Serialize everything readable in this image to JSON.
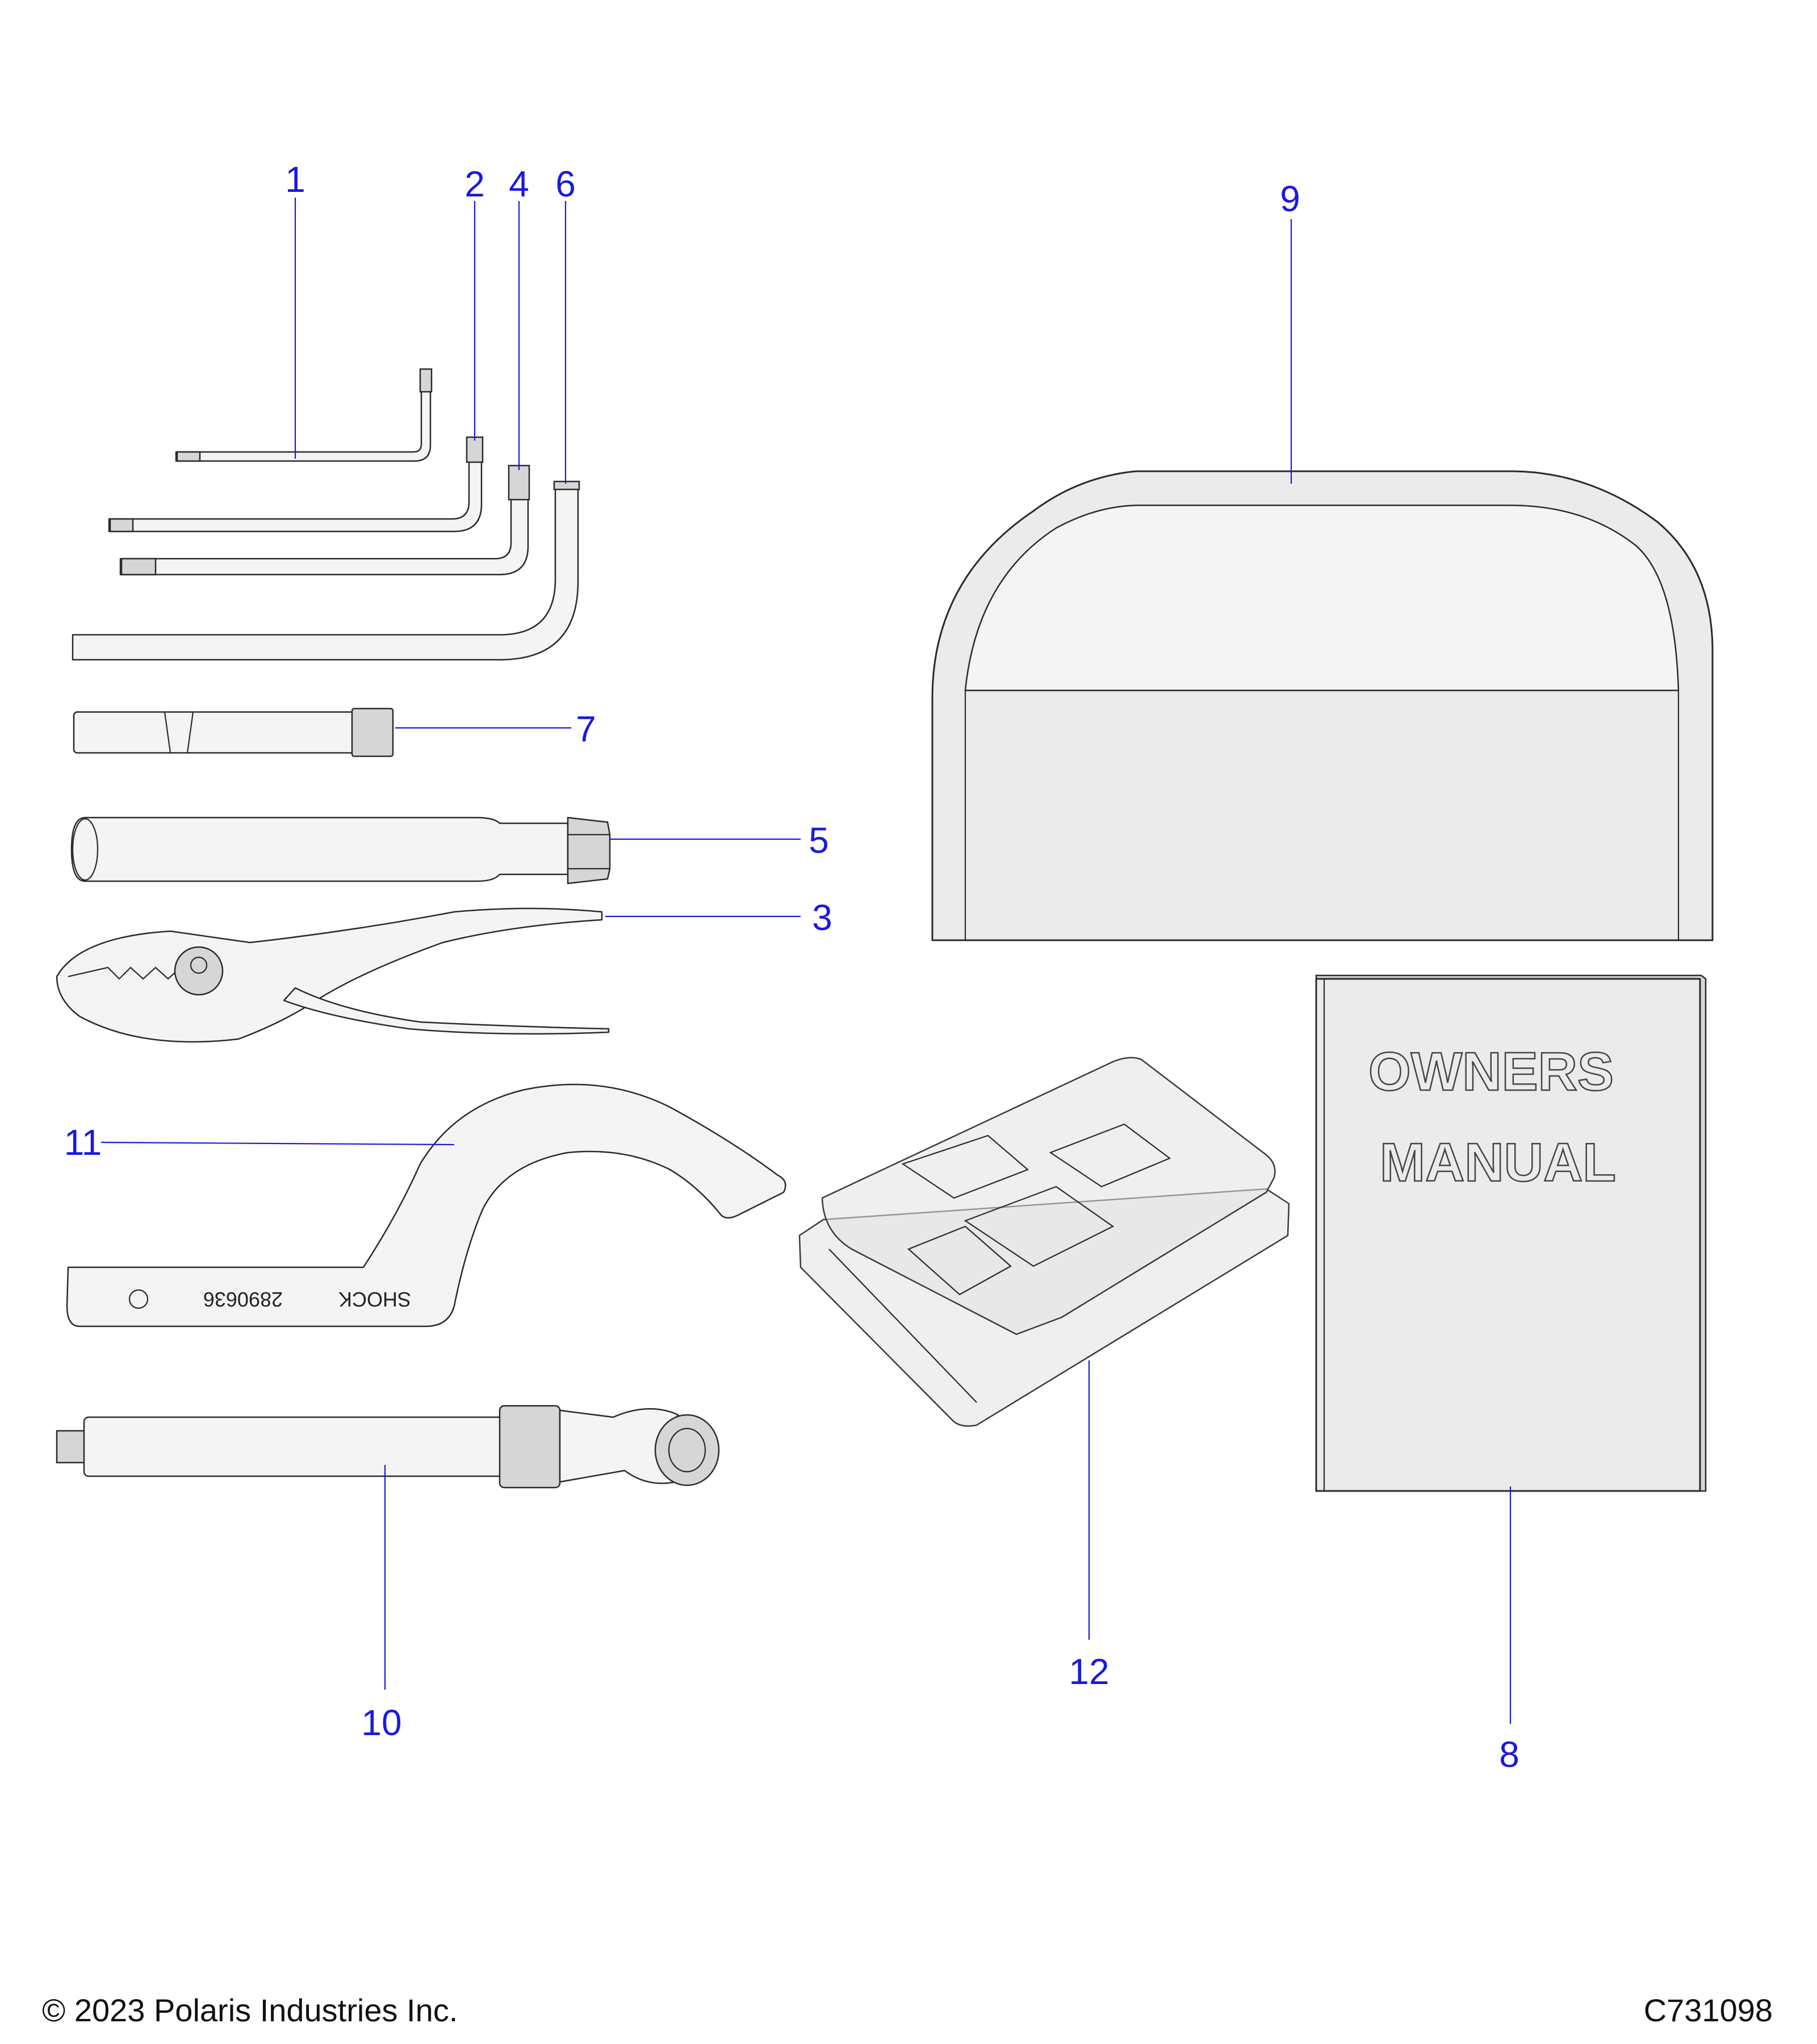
{
  "callouts": {
    "c1": "1",
    "c2": "2",
    "c3": "3",
    "c4": "4",
    "c5": "5",
    "c6": "6",
    "c7": "7",
    "c8": "8",
    "c9": "9",
    "c10": "10",
    "c11": "11",
    "c12": "12"
  },
  "parts": {
    "spanner_stamp_number": "2890636",
    "spanner_stamp_word": "SHOCK",
    "manual_cover_line1": "OWNERS",
    "manual_cover_line2": "MANUAL"
  },
  "footer": {
    "copyright": "© 2023 Polaris Industries Inc.",
    "figure_id": "C731098"
  },
  "colors": {
    "callout": "#1a1adc",
    "part_fill": "#ebebeb",
    "outline": "#2a2a2a"
  }
}
